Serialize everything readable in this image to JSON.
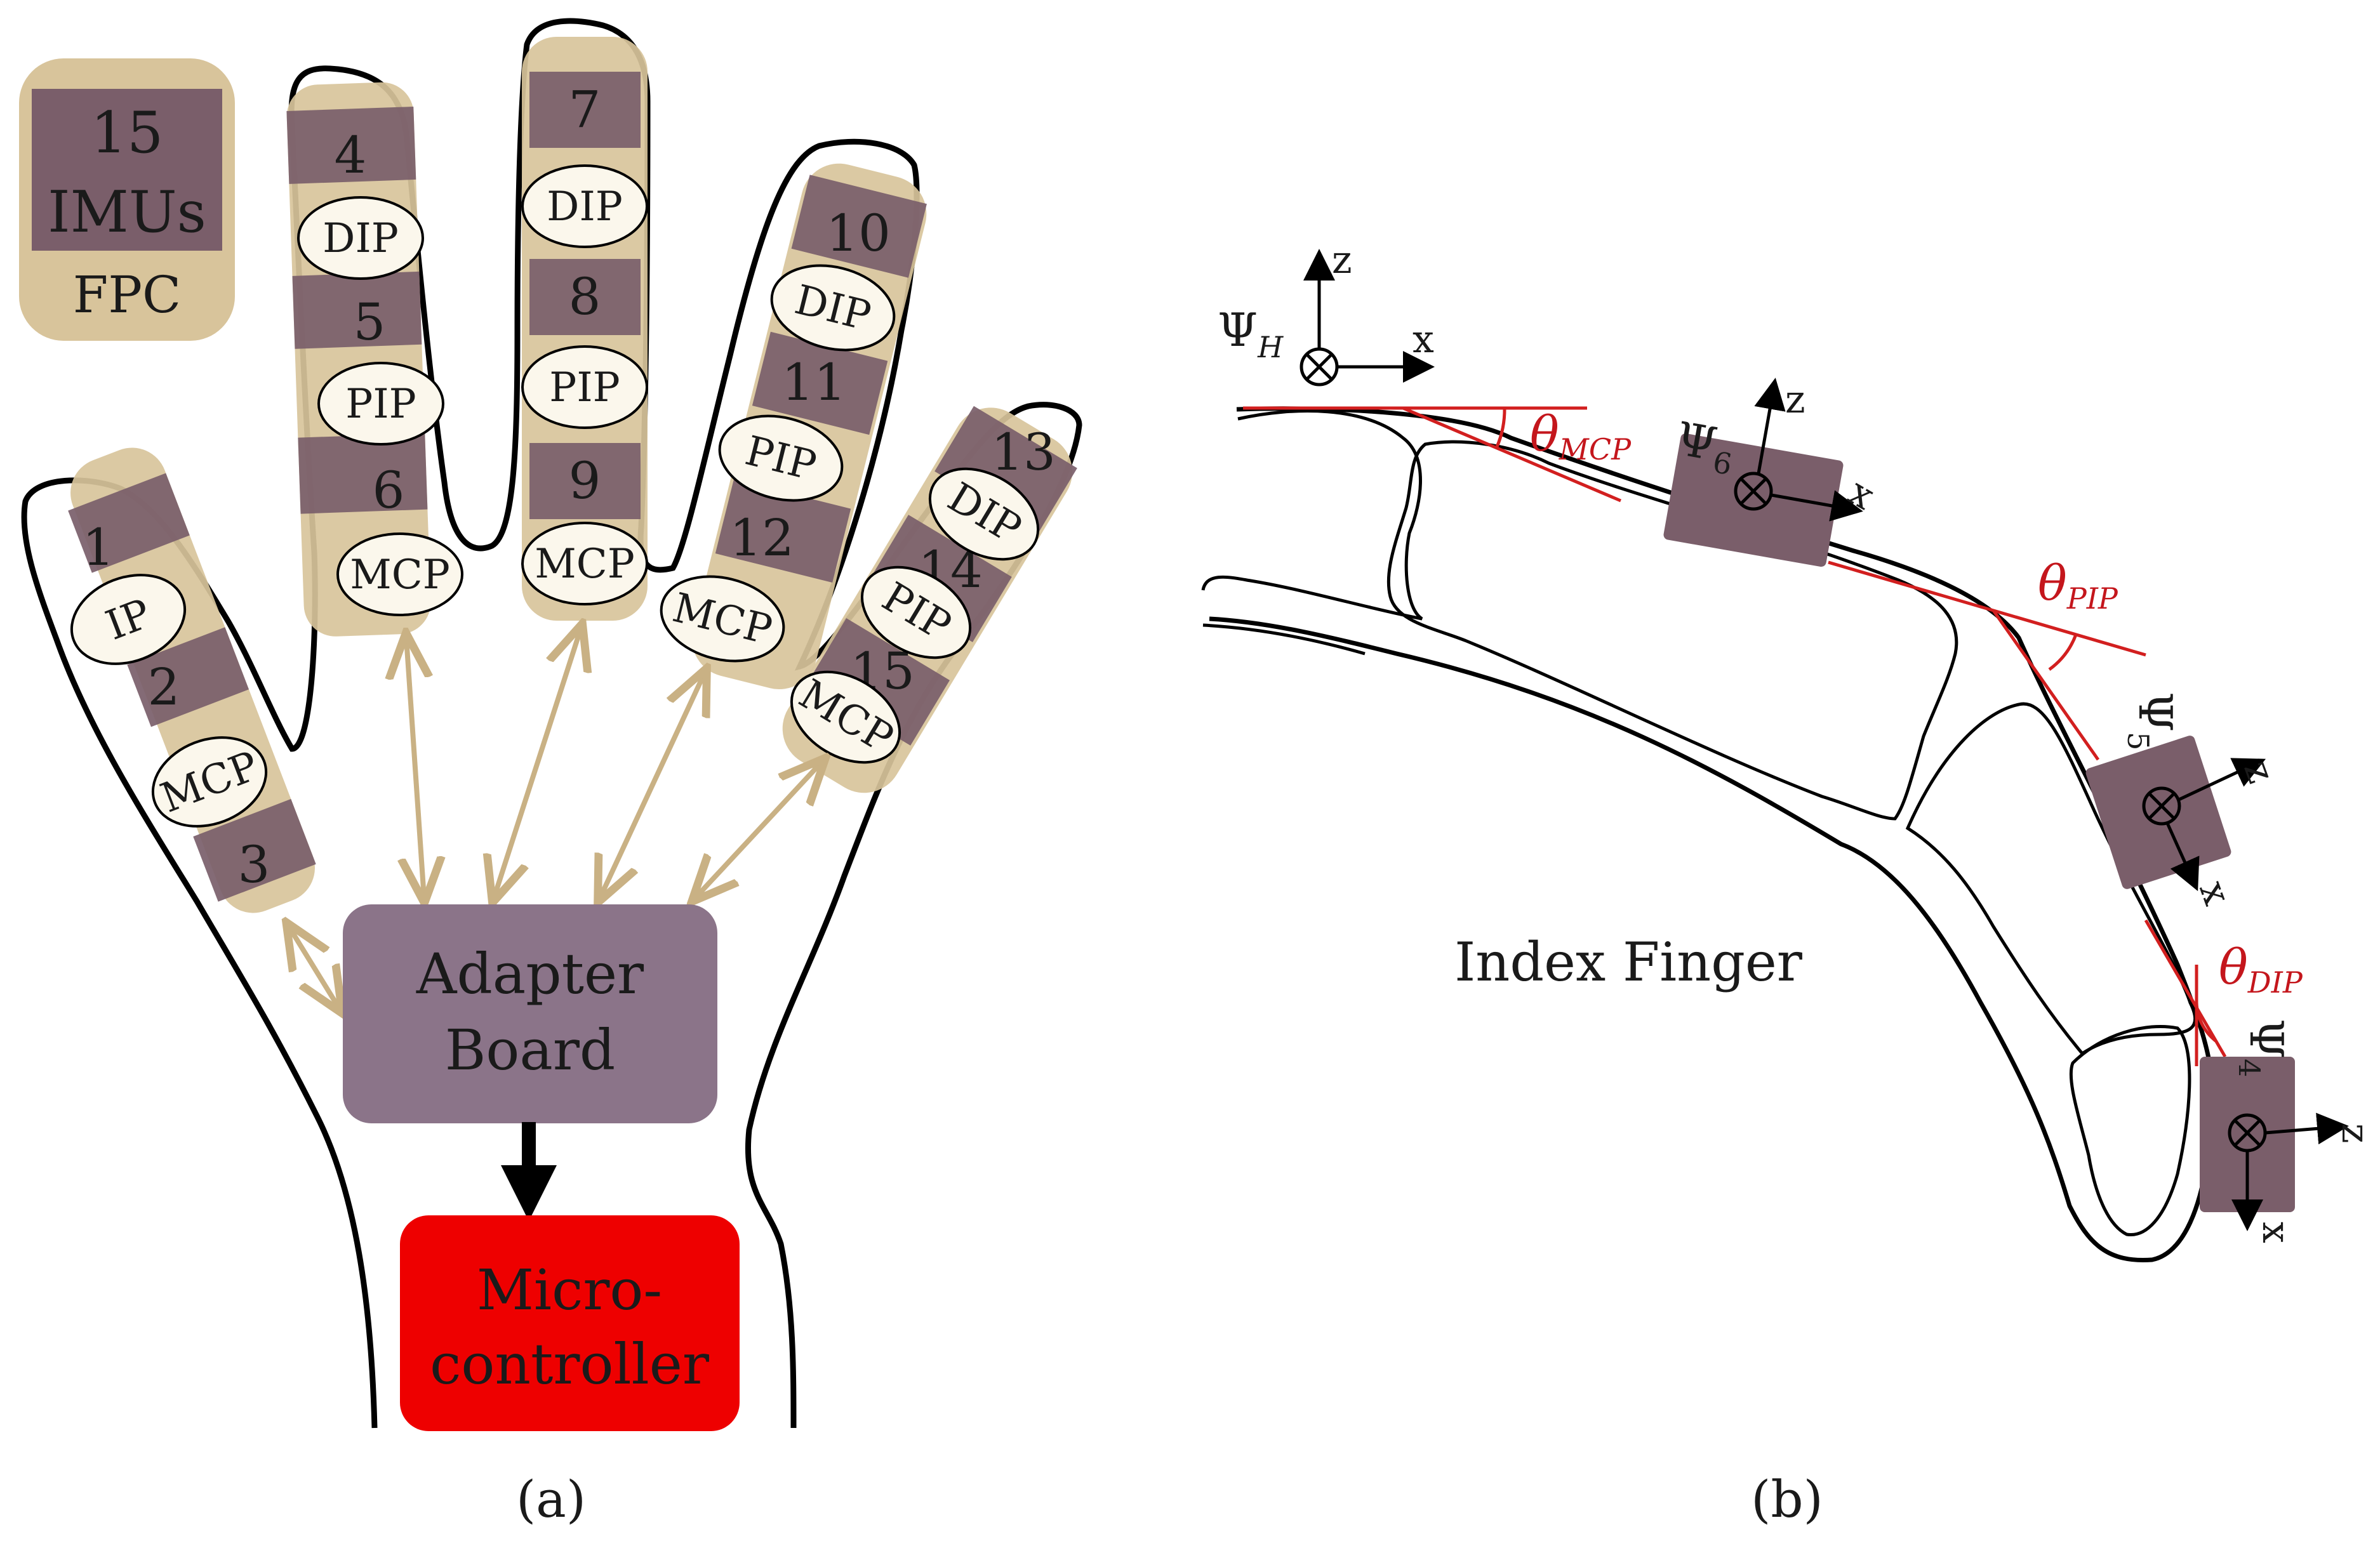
{
  "colors": {
    "fpc": "#d8c49b",
    "imu": "#7a5e6a",
    "adapter": "#8b7489",
    "micro": "#ee0000",
    "arrow": "#c9b184",
    "angle_line": "#d21f1f",
    "outline": "#000000"
  },
  "panel_a": {
    "caption": "(a)",
    "legend": {
      "count": "15",
      "unit": "IMUs",
      "fpc": "FPC"
    },
    "imu_numbers": [
      "1",
      "2",
      "3",
      "4",
      "5",
      "6",
      "7",
      "8",
      "9",
      "10",
      "11",
      "12",
      "13",
      "14",
      "15"
    ],
    "joints": {
      "ip": "IP",
      "mcp": "MCP",
      "pip": "PIP",
      "dip": "DIP"
    },
    "adapter_board": {
      "line1": "Adapter",
      "line2": "Board"
    },
    "microcontroller": {
      "line1": "Micro-",
      "line2": "controller"
    }
  },
  "panel_b": {
    "caption": "(b)",
    "title": "Index Finger",
    "frames": {
      "hand": {
        "psi": "Ψ",
        "sub": "H"
      },
      "s6": {
        "psi": "Ψ",
        "sub": "6"
      },
      "s5": {
        "psi": "Ψ",
        "sub": "5"
      },
      "s4": {
        "psi": "Ψ",
        "sub": "4"
      }
    },
    "axes": {
      "z": "z",
      "x": "x"
    },
    "angles": {
      "mcp": {
        "theta": "θ",
        "sub": "MCP"
      },
      "pip": {
        "theta": "θ",
        "sub": "PIP"
      },
      "dip": {
        "theta": "θ",
        "sub": "DIP"
      }
    }
  }
}
